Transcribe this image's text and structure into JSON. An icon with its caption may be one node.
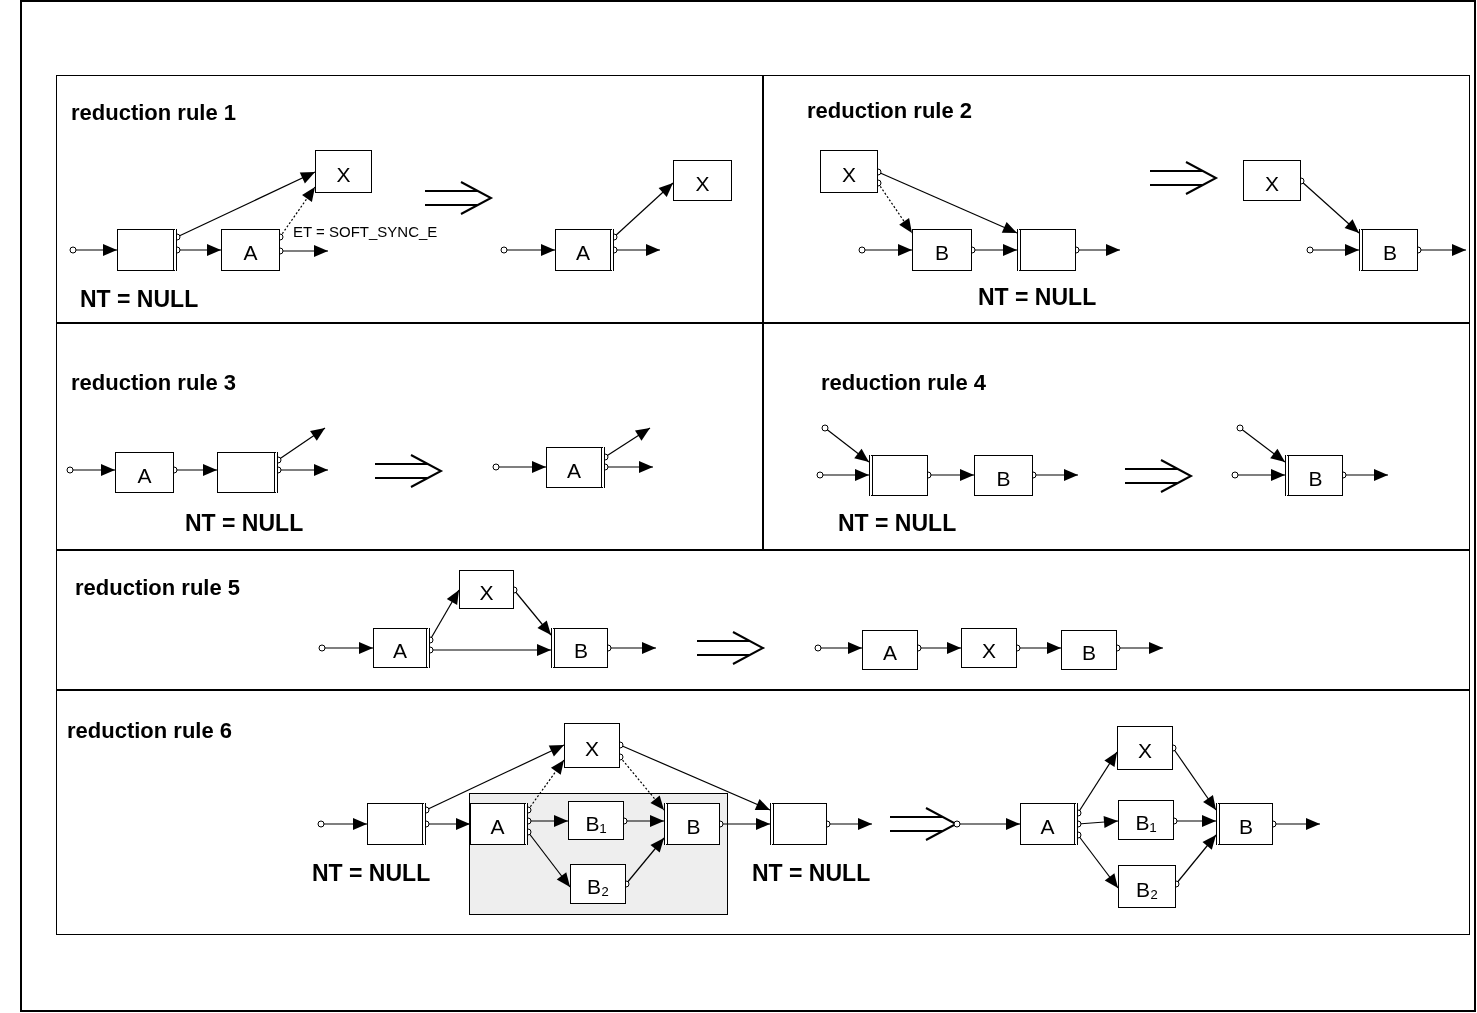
{
  "diagram": {
    "nodes": [
      {
        "text": [
          "reduction rule 1"
        ]
      },
      {
        "text": [
          "X"
        ],
        "in": 0
      },
      {
        "text": [],
        "shape": "box",
        "in": 0,
        "beside": [
          "NT = NULL"
        ]
      },
      {
        "text": [
          "A"
        ],
        "in": 0
      },
      {
        "text": [
          "X"
        ],
        "in": 0
      },
      {
        "text": [
          "A"
        ],
        "in": 0
      },
      {
        "text": [
          "reduction rule 2"
        ]
      },
      {
        "text": [
          "X"
        ],
        "in": 6
      },
      {
        "text": [
          "B"
        ],
        "in": 6
      },
      {
        "text": [],
        "shape": "box",
        "in": 6,
        "beside": [
          "NT = NULL"
        ]
      },
      {
        "text": [
          "X"
        ],
        "in": 6
      },
      {
        "text": [
          "B"
        ],
        "in": 6
      },
      {
        "text": [
          "reduction rule 3"
        ]
      },
      {
        "text": [
          "A"
        ],
        "in": 12
      },
      {
        "text": [],
        "shape": "box",
        "in": 12,
        "beside": [
          "NT = NULL"
        ]
      },
      {
        "text": [
          "A"
        ],
        "in": 12
      },
      {
        "text": [
          "reduction rule 4"
        ]
      },
      {
        "text": [],
        "shape": "box",
        "in": 16,
        "beside": [
          "NT = NULL"
        ]
      },
      {
        "text": [
          "B"
        ],
        "in": 16
      },
      {
        "text": [
          "B"
        ],
        "in": 16
      },
      {
        "text": [
          "reduction rule 5"
        ]
      },
      {
        "text": [
          "X"
        ],
        "in": 20
      },
      {
        "text": [
          "A"
        ],
        "in": 20
      },
      {
        "text": [
          "B"
        ],
        "in": 20
      },
      {
        "text": [
          "A"
        ],
        "in": 20
      },
      {
        "text": [
          "X"
        ],
        "in": 20
      },
      {
        "text": [
          "B"
        ],
        "in": 20
      },
      {
        "text": [
          "reduction rule 6"
        ]
      },
      {
        "text": [
          "X"
        ],
        "in": 27
      },
      {
        "text": [],
        "shape": "box",
        "in": 27,
        "beside": [
          "NT = NULL"
        ]
      },
      {
        "text": [],
        "shape": "box",
        "in": 27
      },
      {
        "text": [
          "A"
        ],
        "in": 30
      },
      {
        "text": [
          "B₁"
        ],
        "in": 30
      },
      {
        "text": [
          "B"
        ],
        "in": 30
      },
      {
        "text": [
          "B₂"
        ],
        "in": 30
      },
      {
        "text": [],
        "shape": "box",
        "in": 27,
        "beside": [
          "NT = NULL"
        ]
      },
      {
        "text": [
          "X"
        ],
        "in": 27
      },
      {
        "text": [
          "A"
        ],
        "in": 27
      },
      {
        "text": [
          "B₁"
        ],
        "in": 27
      },
      {
        "text": [
          "B"
        ],
        "in": 27
      },
      {
        "text": [
          "B₂"
        ],
        "in": 27
      }
    ],
    "edges": [
      {
        "from": null,
        "to": 2,
        "arrow": "to"
      },
      {
        "from": 2,
        "to": 1,
        "arrow": "to"
      },
      {
        "from": 2,
        "to": 3,
        "arrow": "to"
      },
      {
        "from": 3,
        "to": 1,
        "arrow": "to",
        "style": "dashed",
        "label": "ET = SOFT_SYNC_E"
      },
      {
        "from": 3,
        "to": null,
        "arrow": "to"
      },
      {
        "from": null,
        "to": 5,
        "arrow": "to"
      },
      {
        "from": 5,
        "to": 4,
        "arrow": "to"
      },
      {
        "from": 5,
        "to": null,
        "arrow": "to"
      },
      {
        "from": 7,
        "to": 9,
        "arrow": "to"
      },
      {
        "from": 7,
        "to": 8,
        "arrow": "to",
        "style": "dashed"
      },
      {
        "from": null,
        "to": 8,
        "arrow": "to"
      },
      {
        "from": 8,
        "to": 9,
        "arrow": "to"
      },
      {
        "from": 9,
        "to": null,
        "arrow": "to"
      },
      {
        "from": 10,
        "to": 11,
        "arrow": "to"
      },
      {
        "from": null,
        "to": 11,
        "arrow": "to"
      },
      {
        "from": 11,
        "to": null,
        "arrow": "to"
      },
      {
        "from": null,
        "to": 13,
        "arrow": "to"
      },
      {
        "from": 13,
        "to": 14,
        "arrow": "to"
      },
      {
        "from": 14,
        "to": null,
        "arrow": "to"
      },
      {
        "from": 14,
        "to": null,
        "arrow": "to"
      },
      {
        "from": null,
        "to": 15,
        "arrow": "to"
      },
      {
        "from": 15,
        "to": null,
        "arrow": "to"
      },
      {
        "from": 15,
        "to": null,
        "arrow": "to"
      },
      {
        "from": null,
        "to": 17,
        "arrow": "to"
      },
      {
        "from": null,
        "to": 17,
        "arrow": "to"
      },
      {
        "from": 17,
        "to": 18,
        "arrow": "to"
      },
      {
        "from": 18,
        "to": null,
        "arrow": "to"
      },
      {
        "from": null,
        "to": 19,
        "arrow": "to"
      },
      {
        "from": null,
        "to": 19,
        "arrow": "to"
      },
      {
        "from": 19,
        "to": null,
        "arrow": "to"
      },
      {
        "from": null,
        "to": 22,
        "arrow": "to"
      },
      {
        "from": 22,
        "to": 21,
        "arrow": "to"
      },
      {
        "from": 21,
        "to": 23,
        "arrow": "to"
      },
      {
        "from": 22,
        "to": 23,
        "arrow": "to"
      },
      {
        "from": 23,
        "to": null,
        "arrow": "to"
      },
      {
        "from": null,
        "to": 24,
        "arrow": "to"
      },
      {
        "from": 24,
        "to": 25,
        "arrow": "to"
      },
      {
        "from": 25,
        "to": 26,
        "arrow": "to"
      },
      {
        "from": 26,
        "to": null,
        "arrow": "to"
      },
      {
        "from": null,
        "to": 29,
        "arrow": "to"
      },
      {
        "from": 29,
        "to": 28,
        "arrow": "to"
      },
      {
        "from": 29,
        "to": 31,
        "arrow": "to"
      },
      {
        "from": 31,
        "to": 28,
        "arrow": "to",
        "style": "dashed"
      },
      {
        "from": 31,
        "to": 32,
        "arrow": "to"
      },
      {
        "from": 31,
        "to": 34,
        "arrow": "to"
      },
      {
        "from": 32,
        "to": 33,
        "arrow": "to"
      },
      {
        "from": 34,
        "to": 33,
        "arrow": "to"
      },
      {
        "from": 28,
        "to": 33,
        "arrow": "to",
        "style": "dashed"
      },
      {
        "from": 28,
        "to": 35,
        "arrow": "to"
      },
      {
        "from": 33,
        "to": 35,
        "arrow": "to"
      },
      {
        "from": 35,
        "to": null,
        "arrow": "to"
      },
      {
        "from": null,
        "to": 37,
        "arrow": "to"
      },
      {
        "from": 37,
        "to": 36,
        "arrow": "to"
      },
      {
        "from": 37,
        "to": 38,
        "arrow": "to"
      },
      {
        "from": 37,
        "to": 40,
        "arrow": "to"
      },
      {
        "from": 36,
        "to": 39,
        "arrow": "to"
      },
      {
        "from": 38,
        "to": 39,
        "arrow": "to"
      },
      {
        "from": 40,
        "to": 39,
        "arrow": "to"
      },
      {
        "from": 39,
        "to": null,
        "arrow": "to"
      }
    ]
  }
}
